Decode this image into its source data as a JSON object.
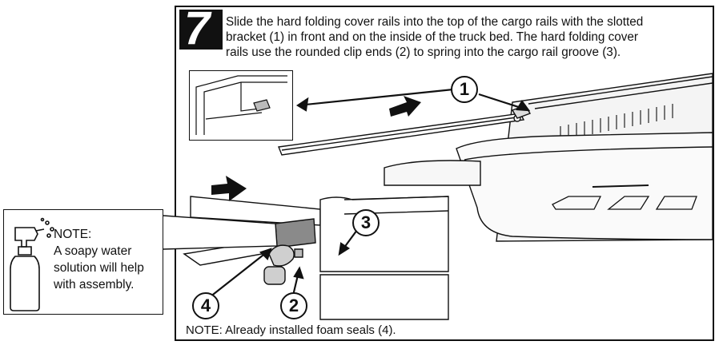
{
  "step": {
    "number": "7"
  },
  "instruction": {
    "lines": [
      "Slide the hard folding cover rails into the top of the cargo rails with the slotted",
      "bracket (1) in front and on the inside of the truck bed.  The hard folding cover",
      "rails use the rounded clip ends (2) to spring into the cargo rail groove (3)."
    ]
  },
  "callouts": {
    "c1": "1",
    "c2": "2",
    "c3": "3",
    "c4": "4"
  },
  "note_box": {
    "title": "NOTE:",
    "lines": [
      "A soapy water",
      "solution will help",
      "with assembly."
    ]
  },
  "bottom_note": "NOTE:  Already installed foam seals (4).",
  "icons": {
    "spray_bottle": "spray-bottle-icon",
    "direction_arrow": "arrow-right-icon"
  }
}
